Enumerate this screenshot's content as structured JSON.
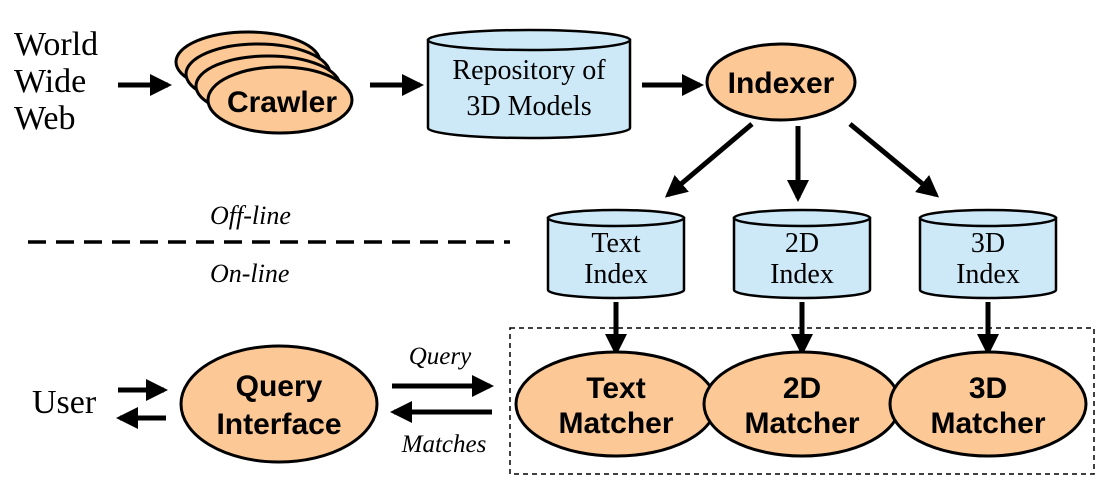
{
  "colors": {
    "ellipse_fill": "#fbc896",
    "cylinder_fill": "#cde9f8",
    "stroke": "#000000",
    "background": "#ffffff"
  },
  "sources": {
    "www_line1": "World",
    "www_line2": "Wide",
    "www_line3": "Web",
    "user": "User"
  },
  "nodes": {
    "crawler": "Crawler",
    "repository_line1": "Repository of",
    "repository_line2": "3D Models",
    "indexer": "Indexer",
    "text_index_line1": "Text",
    "text_index_line2": "Index",
    "index2d_line1": "2D",
    "index2d_line2": "Index",
    "index3d_line1": "3D",
    "index3d_line2": "Index",
    "query_interface_line1": "Query",
    "query_interface_line2": "Interface",
    "text_matcher_line1": "Text",
    "text_matcher_line2": "Matcher",
    "matcher2d_line1": "2D",
    "matcher2d_line2": "Matcher",
    "matcher3d_line1": "3D",
    "matcher3d_line2": "Matcher"
  },
  "labels": {
    "offline": "Off-line",
    "online": "On-line",
    "query": "Query",
    "matches": "Matches"
  }
}
